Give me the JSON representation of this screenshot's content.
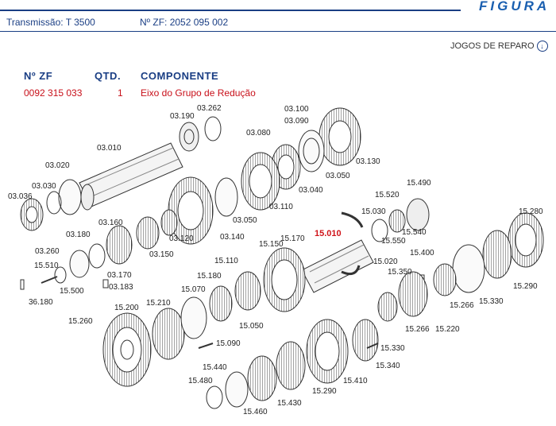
{
  "header": {
    "figura": "FIGURA",
    "transmissao": "Transmissão: T 3500",
    "numero_zf": "Nº ZF: 2052 095 002",
    "jogos_link": "JOGOS DE REPARO",
    "jogos_icon": "download-circle-icon"
  },
  "table": {
    "columns": [
      "Nº ZF",
      "QTD.",
      "COMPONENTE"
    ],
    "rows": [
      {
        "zf": "0092 315 033",
        "qtd": "1",
        "componente": "Eixo do Grupo de Redução"
      }
    ]
  },
  "diagram": {
    "highlight_label": "15.010",
    "labels": [
      "03.262",
      "03.100",
      "03.190",
      "03.090",
      "03.080",
      "03.010",
      "03.130",
      "03.020",
      "03.050",
      "03.030",
      "03.040",
      "03.036",
      "15.490",
      "15.520",
      "03.110",
      "03.050",
      "15.030",
      "15.280",
      "03.160",
      "15.010",
      "15.540",
      "03.180",
      "03.140",
      "03.120",
      "15.550",
      "03.150",
      "15.150",
      "15.170",
      "03.260",
      "15.400",
      "15.110",
      "15.020",
      "15.510",
      "03.170",
      "15.350",
      "03.183",
      "15.290",
      "15.180",
      "15.500",
      "15.070",
      "15.330",
      "36.180",
      "15.200",
      "15.266",
      "15.210",
      "15.050",
      "15.260",
      "15.266",
      "15.220",
      "15.090",
      "15.330",
      "15.340",
      "15.440",
      "15.480",
      "15.410",
      "15.290",
      "15.430",
      "15.460"
    ]
  }
}
